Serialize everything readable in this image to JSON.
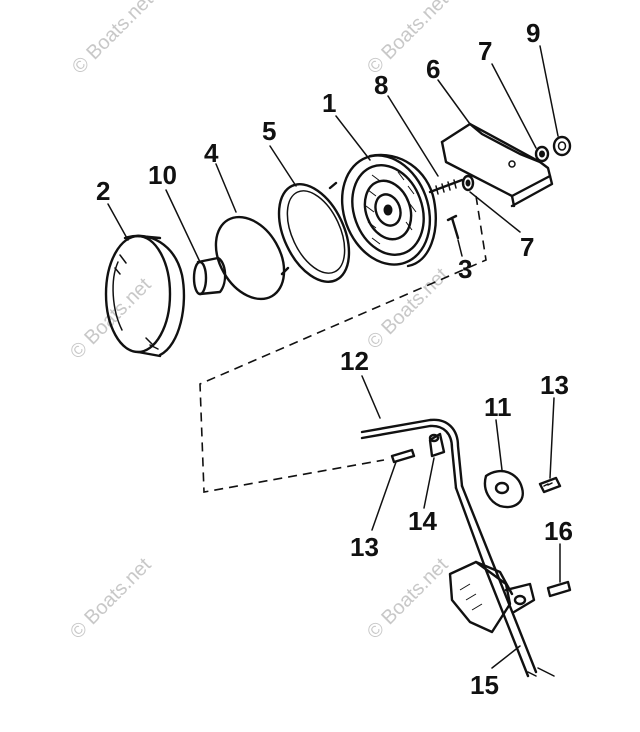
{
  "watermark": "© Boats.net",
  "callouts": {
    "c1": "1",
    "c2": "2",
    "c3": "3",
    "c4": "4",
    "c5": "5",
    "c6": "6",
    "c7a": "7",
    "c7b": "7",
    "c8": "8",
    "c9": "9",
    "c10": "10",
    "c11": "11",
    "c12": "12",
    "c13a": "13",
    "c13b": "13",
    "c14": "14",
    "c15": "15",
    "c16": "16"
  }
}
